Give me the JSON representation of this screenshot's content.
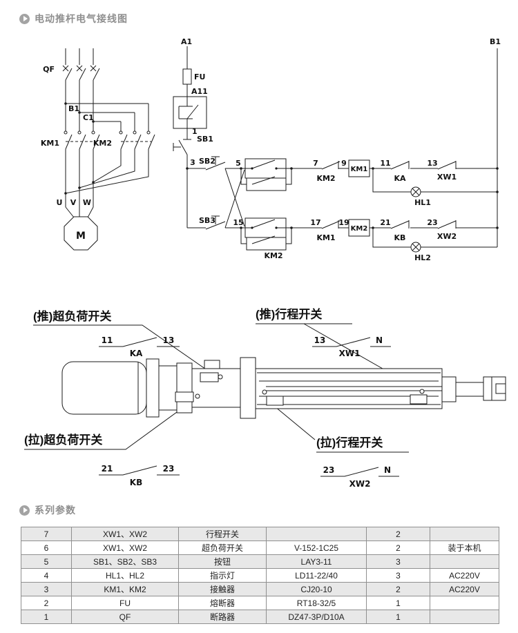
{
  "section1": {
    "title": "电动推杆电气接线图"
  },
  "section2": {
    "title": "系列参数"
  },
  "colors": {
    "line": "#1a1a1a",
    "header_text": "#8f8f8f",
    "row_alt": "#e8e8e8"
  },
  "main_circuit": {
    "qf": "QF",
    "b1": "B1",
    "c1": "C1",
    "km1": "KM1",
    "km2": "KM2",
    "u": "U",
    "v": "V",
    "w": "W",
    "m": "M"
  },
  "control_circuit": {
    "a1": "A1",
    "b1": "B1",
    "fu": "FU",
    "a11": "A11",
    "n1": "1",
    "sb1": "SB1",
    "n3": "3",
    "sb2": "SB2",
    "sb3": "SB3",
    "n5": "5",
    "n7": "7",
    "n9": "9",
    "n11": "11",
    "n13": "13",
    "n15": "15",
    "n17": "17",
    "n19": "19",
    "n21": "21",
    "n23": "23",
    "km2_nc": "KM2",
    "km1_nc": "KM1",
    "km1_coil": "KM1",
    "km2_coil": "KM2",
    "km2_aux": "KM2",
    "ka": "KA",
    "kb": "KB",
    "xw1": "XW1",
    "xw2": "XW2",
    "hl1": "HL1",
    "hl2": "HL2"
  },
  "mech": {
    "push_overload": {
      "label": "(推)超负荷开关",
      "t1": "11",
      "t2": "13",
      "name": "KA"
    },
    "push_travel": {
      "label": "(推)行程开关",
      "t1": "13",
      "t2": "N",
      "name": "XW1"
    },
    "pull_overload": {
      "label": "(拉)超负荷开关",
      "t1": "21",
      "t2": "23",
      "name": "KB"
    },
    "pull_travel": {
      "label": "(拉)行程开关",
      "t1": "23",
      "t2": "N",
      "name": "XW2"
    }
  },
  "table": {
    "rows": [
      {
        "no": "7",
        "code": "XW1、XW2",
        "name": "行程开关",
        "model": "",
        "qty": "2",
        "note": ""
      },
      {
        "no": "6",
        "code": "XW1、XW2",
        "name": "超负荷开关",
        "model": "V-152-1C25",
        "qty": "2",
        "note": "装于本机"
      },
      {
        "no": "5",
        "code": "SB1、SB2、SB3",
        "name": "按钮",
        "model": "LAY3-11",
        "qty": "3",
        "note": ""
      },
      {
        "no": "4",
        "code": "HL1、HL2",
        "name": "指示灯",
        "model": "LD11-22/40",
        "qty": "3",
        "note": "AC220V"
      },
      {
        "no": "3",
        "code": "KM1、KM2",
        "name": "接触器",
        "model": "CJ20-10",
        "qty": "2",
        "note": "AC220V"
      },
      {
        "no": "2",
        "code": "FU",
        "name": "熔断器",
        "model": "RT18-32/5",
        "qty": "1",
        "note": ""
      },
      {
        "no": "1",
        "code": "QF",
        "name": "断路器",
        "model": "DZ47-3P/D10A",
        "qty": "1",
        "note": ""
      }
    ]
  }
}
